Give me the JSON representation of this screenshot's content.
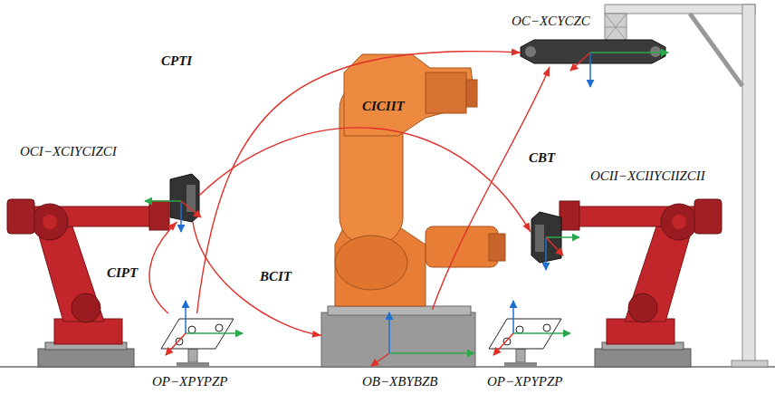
{
  "diagram": {
    "nodes": [
      {
        "text": [
          "OC−XCYCZC"
        ]
      },
      {
        "text": [
          "OCI−XCIYCIZCI"
        ]
      },
      {
        "text": [
          "OCII−XCIIYCIIZCII"
        ]
      },
      {
        "text": [
          "OP−XPYPZP"
        ]
      },
      {
        "text": [
          "OB−XBYBZB"
        ]
      },
      {
        "text": [
          "OP−XPYPZP"
        ]
      }
    ],
    "edges": [
      {
        "from": 3,
        "to": 1,
        "arrow": "to",
        "label": "CIPT"
      },
      {
        "from": 3,
        "to": 0,
        "arrow": "to",
        "label": "CPTI"
      },
      {
        "from": 1,
        "to": 4,
        "arrow": "to",
        "label": "BCIT"
      },
      {
        "from": 1,
        "to": 2,
        "arrow": "to",
        "label": "CICIIT"
      },
      {
        "from": 4,
        "to": 0,
        "arrow": "to",
        "label": "CBT"
      }
    ]
  }
}
